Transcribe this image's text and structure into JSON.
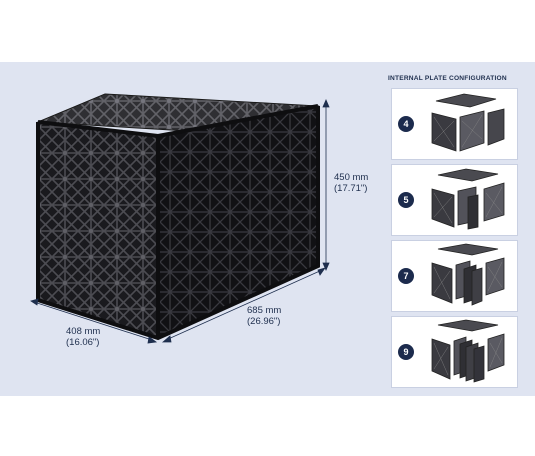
{
  "header": {
    "title": "INTERNAL PLATE CONFIGURATION"
  },
  "dimensions": {
    "height_mm": "450 mm",
    "height_in": "(17.71\")",
    "length_mm": "685 mm",
    "length_in": "(26.96\")",
    "width_mm": "408 mm",
    "width_in": "(16.06\")"
  },
  "configs": [
    {
      "plates": "4"
    },
    {
      "plates": "5"
    },
    {
      "plates": "7"
    },
    {
      "plates": "9"
    }
  ],
  "colors": {
    "panel": "#dfe4f1",
    "badge": "#1c2b4d",
    "crate": "#2a2a2e",
    "text": "#1f2f4e"
  }
}
